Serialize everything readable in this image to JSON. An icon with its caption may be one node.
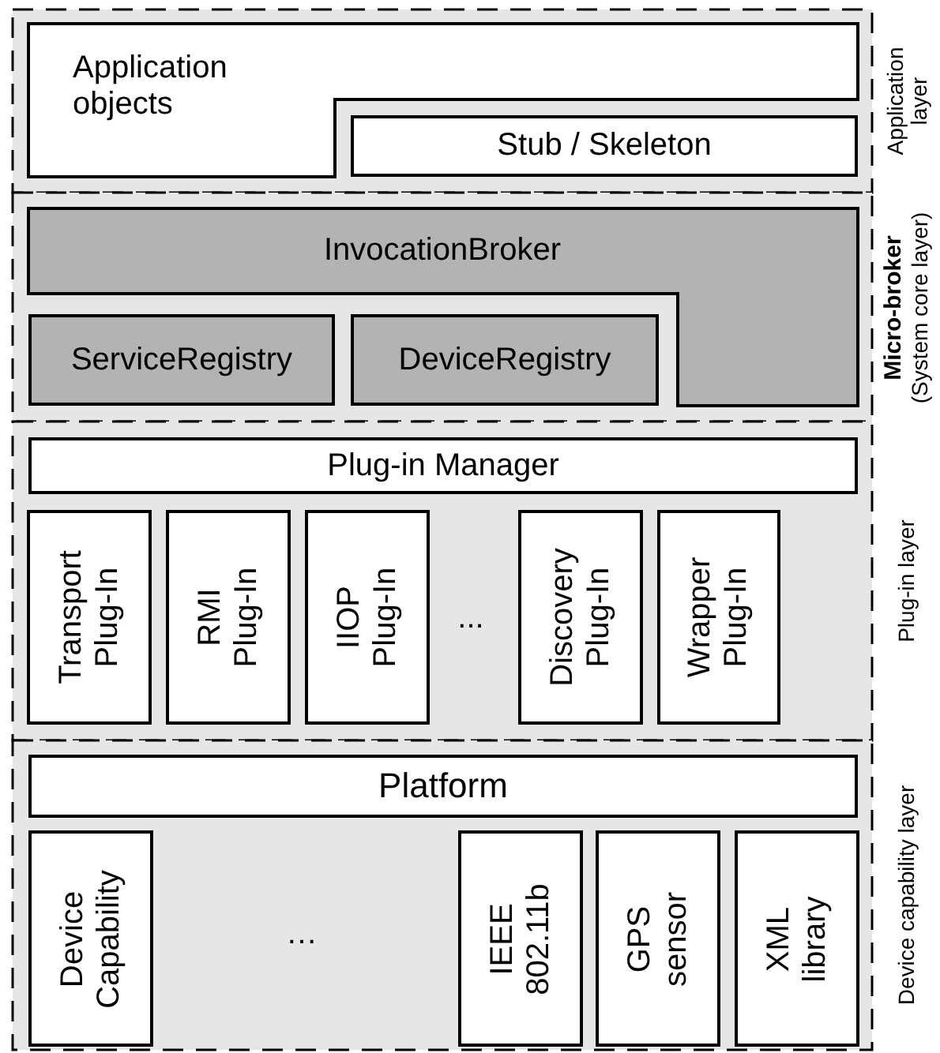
{
  "diagram": {
    "nodes": [
      {
        "text": [
          "Application layer"
        ]
      },
      {
        "text": [
          "Application objects"
        ],
        "in": 0
      },
      {
        "text": [
          "Stub / Skeleton"
        ],
        "in": 0
      },
      {
        "text": [
          "Micro-broker",
          "(System core layer)"
        ]
      },
      {
        "text": [
          "InvocationBroker"
        ],
        "in": 3
      },
      {
        "text": [
          "ServiceRegistry"
        ],
        "in": 3
      },
      {
        "text": [
          "DeviceRegistry"
        ],
        "in": 3
      },
      {
        "text": [
          "Plug-in layer"
        ]
      },
      {
        "text": [
          "Plug-in Manager"
        ],
        "in": 7
      },
      {
        "text": [
          "Transport Plug-In"
        ],
        "in": 7
      },
      {
        "text": [
          "RMI Plug-In"
        ],
        "in": 7
      },
      {
        "text": [
          "IIOP Plug-In"
        ],
        "in": 7
      },
      {
        "text": [
          "Discovery Plug-In"
        ],
        "in": 7
      },
      {
        "text": [
          "Wrapper Plug-In"
        ],
        "in": 7
      },
      {
        "text": [
          "Device capability layer"
        ]
      },
      {
        "text": [
          "Platform"
        ],
        "in": 14
      },
      {
        "text": [
          "Device Capability"
        ],
        "in": 14
      },
      {
        "text": [
          "IEEE 802.11b"
        ],
        "in": 14
      },
      {
        "text": [
          "GPS sensor"
        ],
        "in": 14
      },
      {
        "text": [
          "XML library"
        ],
        "in": 14
      }
    ],
    "labels": [
      "...",
      "…"
    ]
  }
}
